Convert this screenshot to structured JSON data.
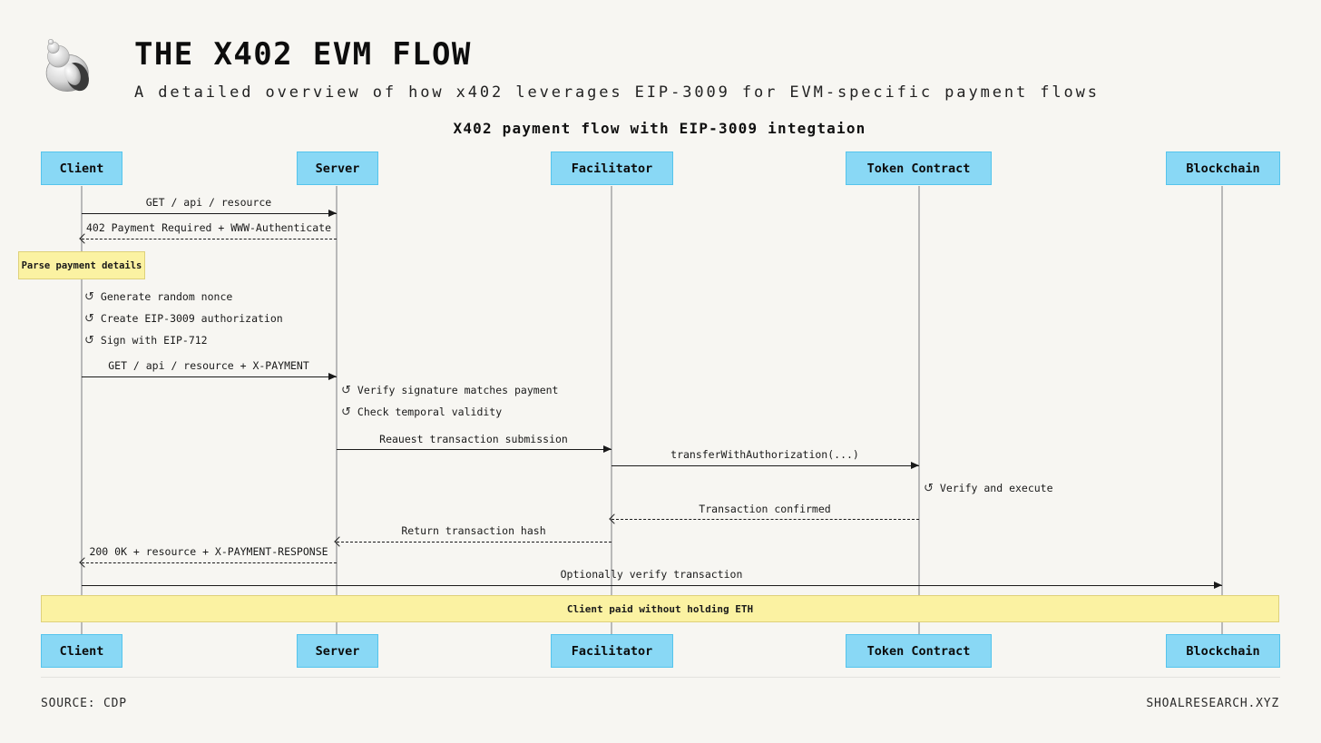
{
  "header": {
    "title": "THE X402 EVM FLOW",
    "subtitle": "A detailed overview of how x402 leverages EIP-3009 for EVM-specific payment flows"
  },
  "icons": {
    "loop": "↺"
  },
  "diagram": {
    "title": "X402 payment flow with EIP-3009 integtaion",
    "actors": [
      "Client",
      "Server",
      "Facilitator",
      "Token Contract",
      "Blockchain"
    ],
    "messages": [
      {
        "label": "GET / api / resource",
        "from": "Client",
        "to": "Server",
        "style": "solid"
      },
      {
        "label": "402 Payment Required + WWW-Authenticate",
        "from": "Server",
        "to": "Client",
        "style": "dashed"
      },
      {
        "label": "GET / api / resource + X-PAYMENT",
        "from": "Client",
        "to": "Server",
        "style": "solid"
      },
      {
        "label": "Reauest transaction submission",
        "from": "Server",
        "to": "Facilitator",
        "style": "solid"
      },
      {
        "label": "transferWithAuthorization(...)",
        "from": "Facilitator",
        "to": "Token Contract",
        "style": "solid"
      },
      {
        "label": "Transaction confirmed",
        "from": "Token Contract",
        "to": "Facilitator",
        "style": "dashed"
      },
      {
        "label": "Return transaction hash",
        "from": "Facilitator",
        "to": "Server",
        "style": "dashed"
      },
      {
        "label": "200 0K + resource + X-PAYMENT-RESPONSE",
        "from": "Server",
        "to": "Client",
        "style": "dashed"
      },
      {
        "label": "Optionally verify transaction",
        "from": "Client",
        "to": "Blockchain",
        "style": "solid"
      }
    ],
    "self_actions": [
      {
        "actor": "Client",
        "label": "Generate random nonce"
      },
      {
        "actor": "Client",
        "label": "Create EIP-3009 authorization"
      },
      {
        "actor": "Client",
        "label": "Sign with EIP-712"
      },
      {
        "actor": "Server",
        "label": "Verify signature matches payment"
      },
      {
        "actor": "Server",
        "label": "Check temporal validity"
      },
      {
        "actor": "Token Contract",
        "label": "Verify and execute"
      }
    ],
    "note": {
      "actor": "Client",
      "label": "Parse payment details"
    },
    "banner": {
      "label": "Client paid without holding ETH"
    }
  },
  "footer": {
    "source": "SOURCE: CDP",
    "site": "SHOALRESEARCH.XYZ"
  },
  "colors": {
    "background": "#f7f6f2",
    "actor_fill": "#89d8f5",
    "actor_border": "#55c4ec",
    "note_fill": "#fbf2a2",
    "note_border": "#ded17b",
    "arrow": "#1a1a1a",
    "lifeline": "#b9b9b9"
  }
}
